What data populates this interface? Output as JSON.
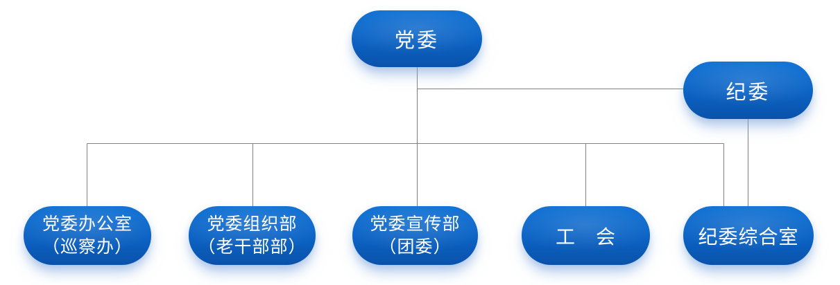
{
  "diagram": {
    "type": "org-chart",
    "background_color": "#ffffff",
    "node_fill_top": "#0e70d4",
    "node_fill_bottom": "#0952ab",
    "node_text_color": "#ffffff",
    "connector_color": "#808080"
  },
  "nodes": [
    {
      "id": "party-committee",
      "label": "党委",
      "line2": ""
    },
    {
      "id": "discipline-committee",
      "label": "纪委",
      "line2": ""
    },
    {
      "id": "party-office",
      "label": "党委办公室",
      "line2": "（巡察办）"
    },
    {
      "id": "organization-dept",
      "label": "党委组织部",
      "line2": "（老干部部）"
    },
    {
      "id": "publicity-dept",
      "label": "党委宣传部",
      "line2": "（团委）"
    },
    {
      "id": "labor-union",
      "label": "工　会",
      "line2": ""
    },
    {
      "id": "discipline-office",
      "label": "纪委综合室",
      "line2": ""
    }
  ],
  "connections": [
    {
      "from": "party-committee",
      "to": "discipline-committee"
    },
    {
      "from": "party-committee",
      "to": "party-office"
    },
    {
      "from": "party-committee",
      "to": "organization-dept"
    },
    {
      "from": "party-committee",
      "to": "publicity-dept"
    },
    {
      "from": "party-committee",
      "to": "labor-union"
    },
    {
      "from": "party-committee",
      "to": "discipline-office"
    },
    {
      "from": "discipline-committee",
      "to": "discipline-office"
    }
  ]
}
